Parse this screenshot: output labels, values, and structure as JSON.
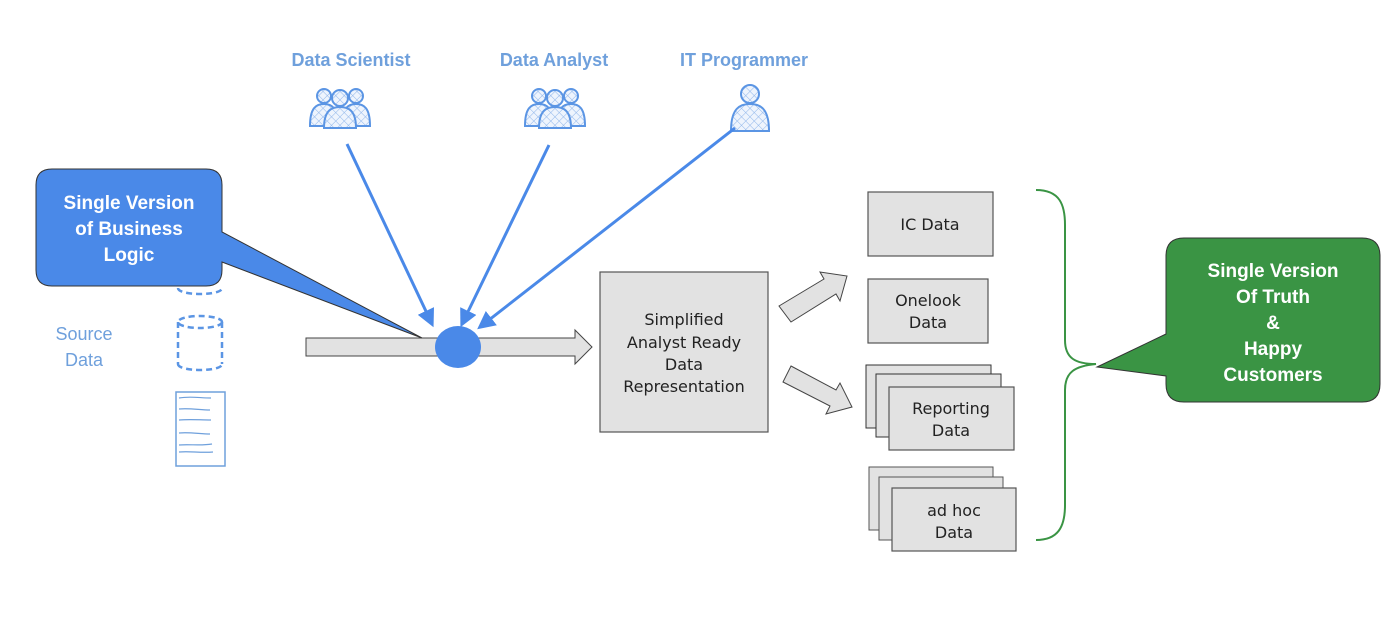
{
  "roles": [
    {
      "label": "Data Scientist",
      "icon": "user-group-icon"
    },
    {
      "label": "Data Analyst",
      "icon": "user-group-icon"
    },
    {
      "label": "IT Programmer",
      "icon": "user-icon"
    }
  ],
  "source": {
    "label_line1": "Source",
    "label_line2": "Data",
    "icons": [
      "database-icon",
      "database-icon",
      "document-icon"
    ]
  },
  "business_logic_callout": {
    "line1": "Single Version",
    "line2": "of Business",
    "line3": "Logic"
  },
  "center_box": {
    "line1": "Simplified",
    "line2": "Analyst Ready",
    "line3": "Data",
    "line4": "Representation"
  },
  "outputs": [
    {
      "line1": "IC Data",
      "line2": "",
      "stacked": false
    },
    {
      "line1": "Onelook",
      "line2": "Data",
      "stacked": false
    },
    {
      "line1": "Reporting",
      "line2": "Data",
      "stacked": true
    },
    {
      "line1": "ad hoc",
      "line2": "Data",
      "stacked": true
    }
  ],
  "truth_callout": {
    "line1": "Single Version",
    "line2": "Of Truth",
    "line3": "&",
    "line4": "Happy",
    "line5": "Customers"
  },
  "colors": {
    "accent_blue": "#4a89e8",
    "label_blue": "#6fa0dc",
    "green": "#3a9444",
    "box_fill": "#e2e2e2"
  }
}
